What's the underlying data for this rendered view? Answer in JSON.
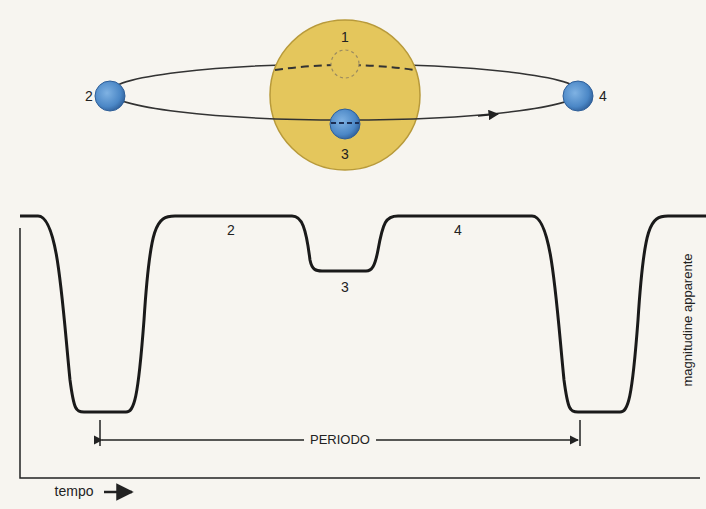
{
  "diagram": {
    "labels": [
      "1",
      "2",
      "3",
      "4",
      "2",
      "3",
      "4",
      "PERIODO",
      "tempo",
      "magnitudine apparente"
    ]
  }
}
